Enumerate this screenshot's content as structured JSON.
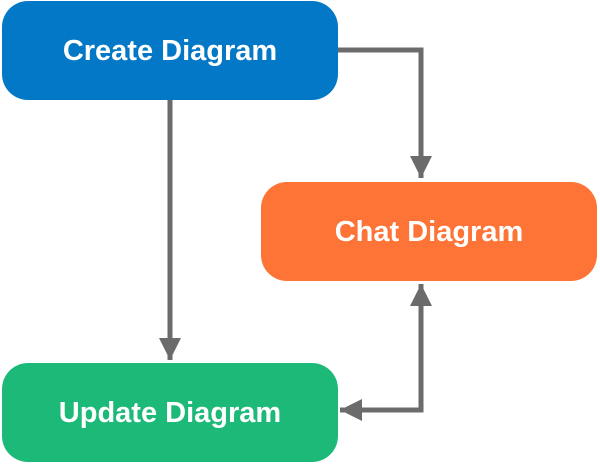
{
  "diagram": {
    "nodes": {
      "create": {
        "label": "Create Diagram",
        "color": "#0378c7"
      },
      "chat": {
        "label": "Chat Diagram",
        "color": "#fe7437"
      },
      "update": {
        "label": "Update Diagram",
        "color": "#1cb978"
      }
    },
    "edges": [
      {
        "from": "Create Diagram",
        "to": "Chat Diagram"
      },
      {
        "from": "Create Diagram",
        "to": "Update Diagram"
      },
      {
        "from": "Chat Diagram",
        "to": "Update Diagram",
        "bidirectional": true
      }
    ],
    "edge_color": "#6b6b6b"
  }
}
